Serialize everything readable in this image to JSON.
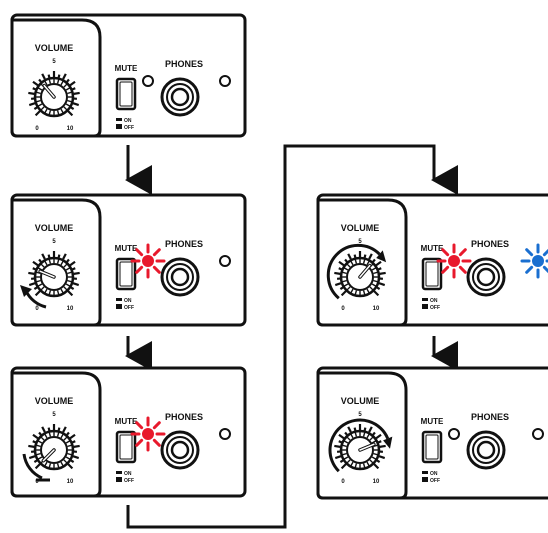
{
  "labels": {
    "volume": "VOLUME",
    "mute": "MUTE",
    "phones": "PHONES",
    "on": "ON",
    "off": "OFF",
    "scale_min": "0",
    "scale_mid": "5",
    "scale_max": "10"
  },
  "colors": {
    "ink": "#111111",
    "red_led": "#e8192c",
    "blue_led": "#1a6fd0"
  },
  "panels": [
    {
      "id": "step-1",
      "knob_level": 0.35,
      "red_led": false,
      "blue_led": false,
      "arrow": "none",
      "mute": "off"
    },
    {
      "id": "step-2",
      "knob_level": 0.25,
      "red_led": true,
      "blue_led": false,
      "arrow": "decrease",
      "mute": "off"
    },
    {
      "id": "step-3",
      "knob_level": 0.0,
      "red_led": true,
      "blue_led": false,
      "arrow": "minimum",
      "mute": "off"
    },
    {
      "id": "step-4",
      "knob_level": 0.65,
      "red_led": true,
      "blue_led": true,
      "arrow": "increase",
      "mute": "off"
    },
    {
      "id": "step-5",
      "knob_level": 0.75,
      "red_led": false,
      "blue_led": false,
      "arrow": "increase",
      "mute": "off"
    }
  ]
}
